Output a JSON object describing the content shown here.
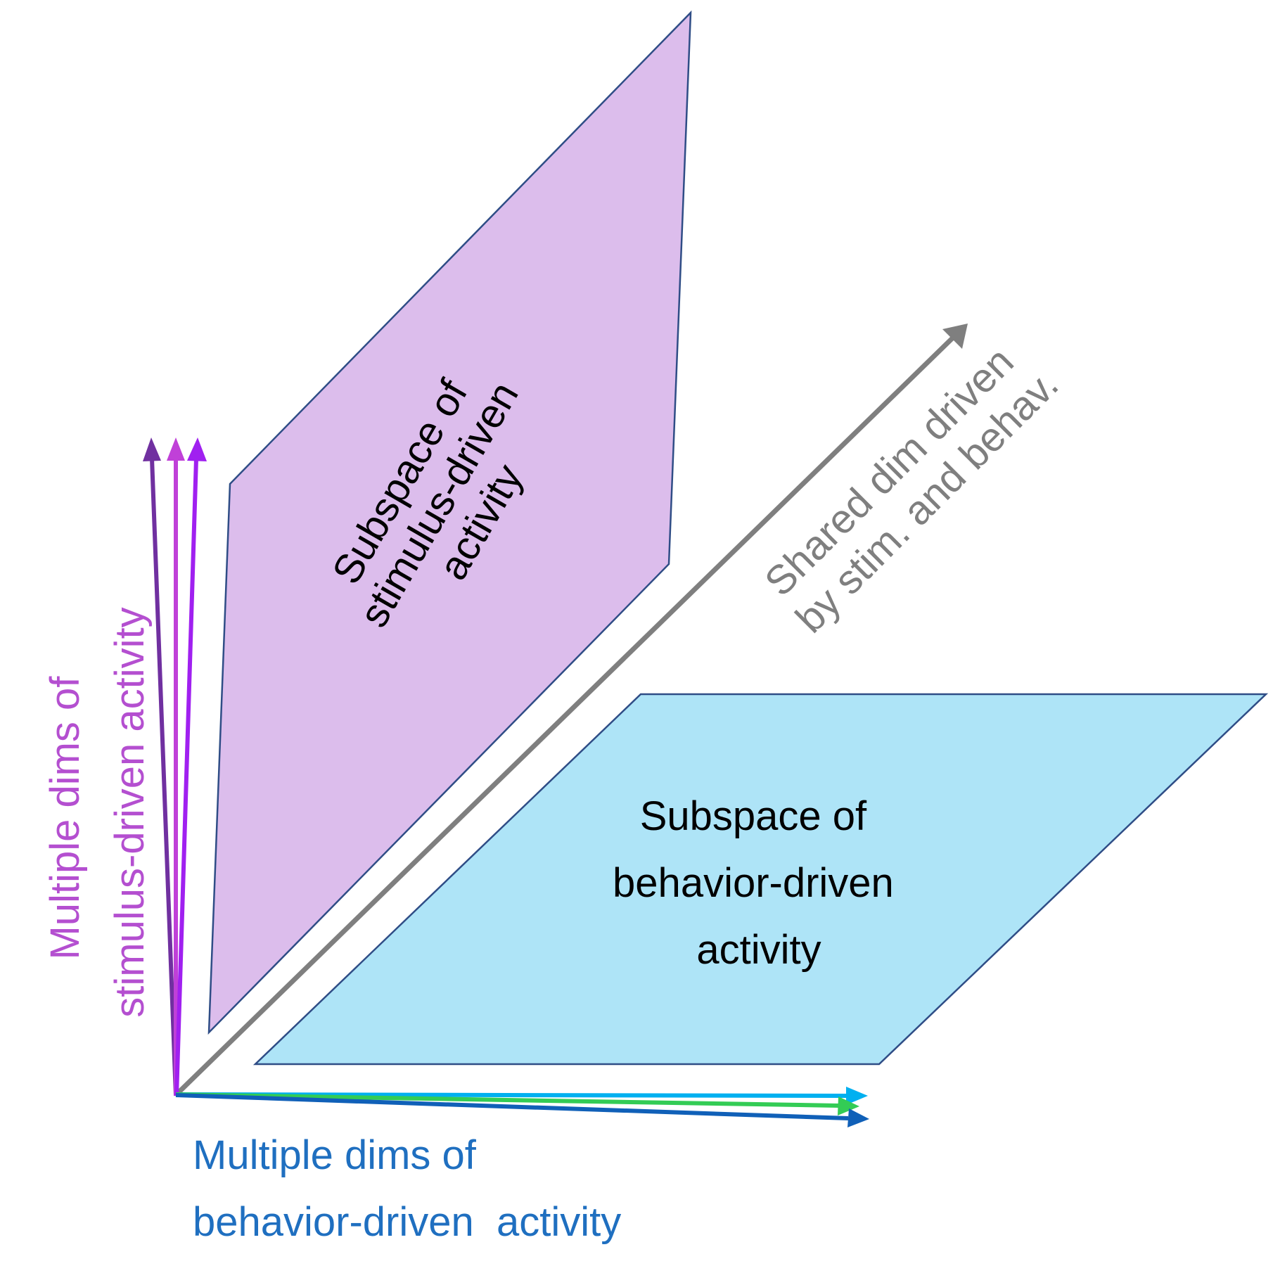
{
  "planes": {
    "stimulus": {
      "lines": [
        "Subspace of",
        "stimulus-driven",
        "activity"
      ],
      "fill_color": "#dcbdec",
      "edge_color": "#2f4d86"
    },
    "behavior": {
      "lines": [
        "Subspace of",
        "behavior-driven",
        "activity"
      ],
      "fill_color": "#aee4f7",
      "edge_color": "#2f4d86"
    }
  },
  "shared_axis": {
    "lines": [
      "Shared dim driven",
      "by stim. and behav."
    ],
    "color": "#7f7f7f"
  },
  "stimulus_axes": {
    "lines": [
      "Multiple dims of",
      "stimulus-driven activity"
    ],
    "text_color": "#b44fd0",
    "arrow_colors": [
      "#7030a0",
      "#c040d8",
      "#a020f0"
    ]
  },
  "behavior_axes": {
    "lines": [
      "Multiple dims of",
      "behavior-driven  activity"
    ],
    "text_color": "#1f6fc0",
    "arrow_colors": [
      "#00b0f0",
      "#33cc55",
      "#1060b8"
    ]
  }
}
